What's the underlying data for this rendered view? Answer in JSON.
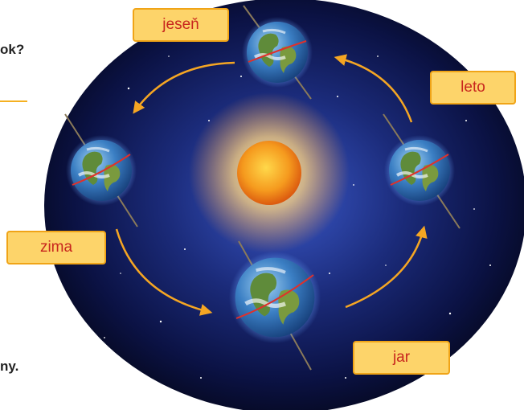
{
  "page": {
    "text_fragment_1": "ok?",
    "text_fragment_2": "ny."
  },
  "diagram": {
    "labels": {
      "autumn": "jeseň",
      "summer": "leto",
      "winter": "zima",
      "spring": "jar"
    },
    "center": "sun",
    "orbit_direction": "counter-clockwise",
    "colors": {
      "label_fill": "#fdd46a",
      "label_border": "#f0a417",
      "label_text": "#c8261e",
      "arrow": "#f5a623",
      "space": "#0a0f3a",
      "rule": "#f5b021"
    }
  }
}
